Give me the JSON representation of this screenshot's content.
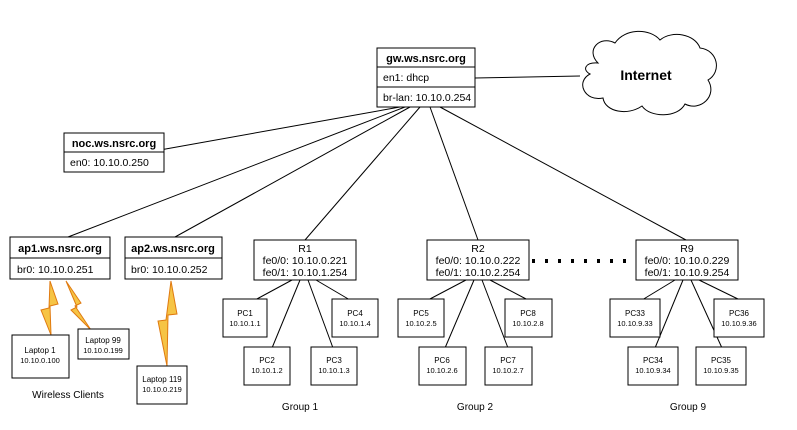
{
  "gateway": {
    "name": "gw.ws.nsrc.org",
    "rows": [
      "en1: dhcp",
      "br-lan: 10.10.0.254"
    ]
  },
  "internet": {
    "label": "Internet"
  },
  "noc": {
    "name": "noc.ws.nsrc.org",
    "rows": [
      "en0: 10.10.0.250"
    ]
  },
  "ap1": {
    "name": "ap1.ws.nsrc.org",
    "rows": [
      "br0: 10.10.0.251"
    ]
  },
  "ap2": {
    "name": "ap2.ws.nsrc.org",
    "rows": [
      "br0: 10.10.0.252"
    ]
  },
  "laptops": [
    {
      "name": "Laptop 1",
      "ip": "10.10.0.100"
    },
    {
      "name": "Laptop 99",
      "ip": "10.10.0.199"
    },
    {
      "name": "Laptop 119",
      "ip": "10.10.0.219"
    }
  ],
  "wireless_label": "Wireless Clients",
  "routers": [
    {
      "name": "R1",
      "if0": "fe0/0: 10.10.0.221",
      "if1": "fe0/1: 10.10.1.254",
      "group": "Group 1",
      "pcs": [
        {
          "name": "PC1",
          "ip": "10.10.1.1"
        },
        {
          "name": "PC2",
          "ip": "10.10.1.2"
        },
        {
          "name": "PC3",
          "ip": "10.10.1.3"
        },
        {
          "name": "PC4",
          "ip": "10.10.1.4"
        }
      ]
    },
    {
      "name": "R2",
      "if0": "fe0/0: 10.10.0.222",
      "if1": "fe0/1: 10.10.2.254",
      "group": "Group 2",
      "pcs": [
        {
          "name": "PC5",
          "ip": "10.10.2.5"
        },
        {
          "name": "PC6",
          "ip": "10.10.2.6"
        },
        {
          "name": "PC7",
          "ip": "10.10.2.7"
        },
        {
          "name": "PC8",
          "ip": "10.10.2.8"
        }
      ]
    },
    {
      "name": "R9",
      "if0": "fe0/0: 10.10.0.229",
      "if1": "fe0/1: 10.10.9.254",
      "group": "Group 9",
      "pcs": [
        {
          "name": "PC33",
          "ip": "10.10.9.33"
        },
        {
          "name": "PC34",
          "ip": "10.10.9.34"
        },
        {
          "name": "PC35",
          "ip": "10.10.9.35"
        },
        {
          "name": "PC36",
          "ip": "10.10.9.36"
        }
      ]
    }
  ],
  "colors": {
    "lightning_fill": "#f6c445",
    "lightning_stroke": "#e07a10"
  }
}
